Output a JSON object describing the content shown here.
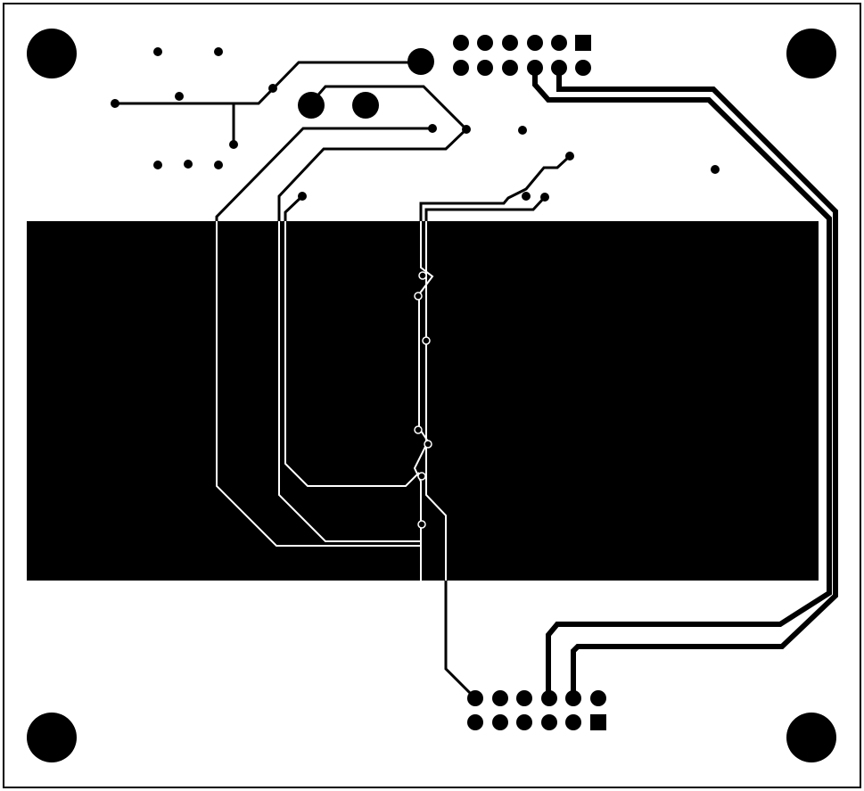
{
  "board": {
    "background_color": "#ffffff",
    "copper_color": "#000000",
    "clearance_color": "#ffffff"
  },
  "components": {
    "mounting_hole_icon": "circle-hole",
    "header_pad_icon": "circle-pad",
    "header_pin1_icon": "square-pad",
    "via_icon": "dot"
  }
}
